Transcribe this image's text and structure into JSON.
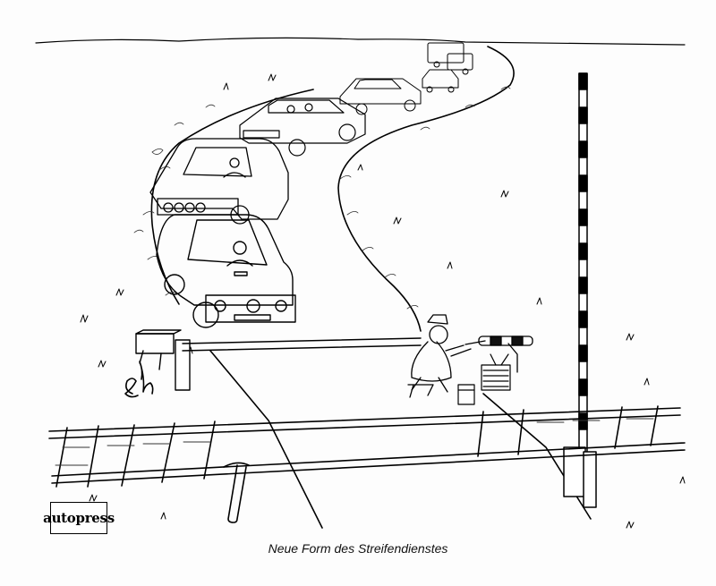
{
  "cartoon": {
    "caption": "Neue Form des Streifendienstes",
    "signature": "eh",
    "publisher_logo": "autopress"
  }
}
